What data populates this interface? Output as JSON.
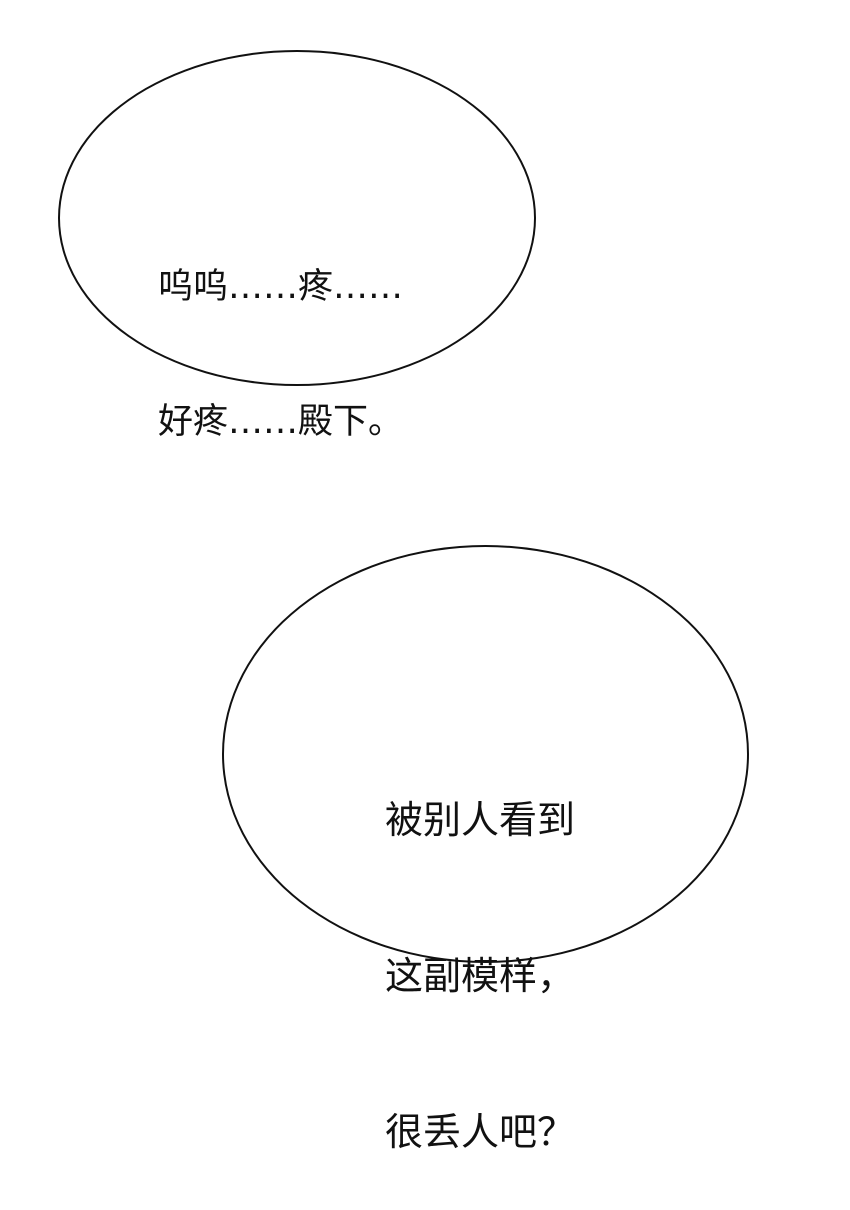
{
  "panel": {
    "background": "#ffffff",
    "bubbles": [
      {
        "lines": [
          "呜呜……疼……",
          "好疼……殿下。"
        ]
      },
      {
        "lines": [
          "被别人看到",
          "这副模样，",
          "很丢人吧？"
        ]
      }
    ]
  }
}
